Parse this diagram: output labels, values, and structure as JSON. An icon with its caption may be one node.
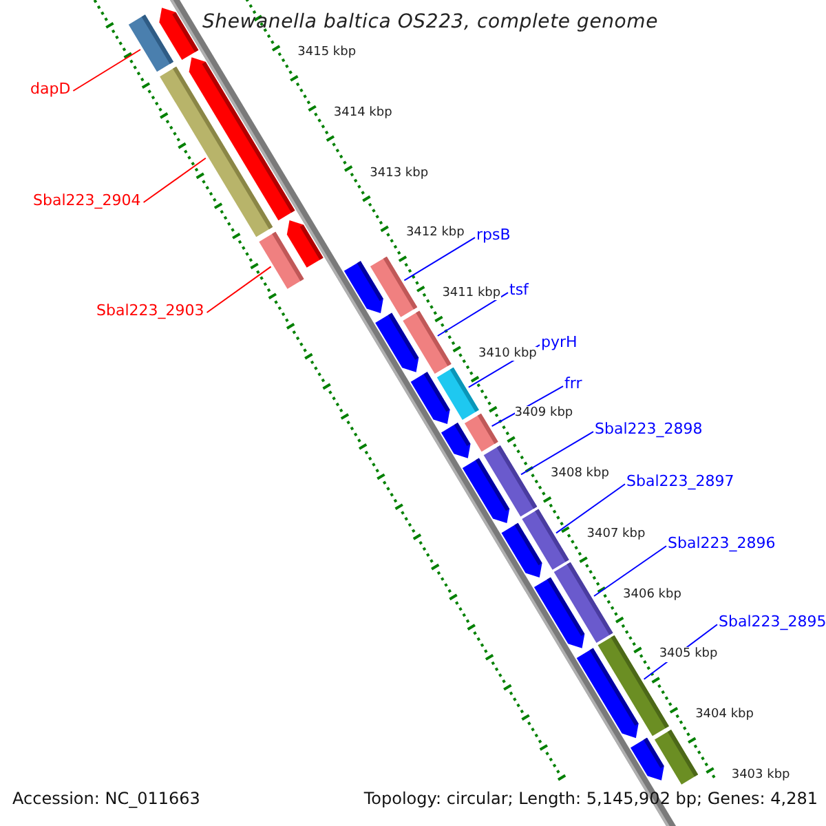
{
  "diagram": {
    "title": "Shewanella baltica OS223, complete genome",
    "nodes": [
      {
        "text": [
          "dapD"
        ]
      },
      {
        "text": [
          "Sbal223_2904"
        ]
      },
      {
        "text": [
          "Sbal223_2903"
        ]
      },
      {
        "text": [
          "rpsB"
        ]
      },
      {
        "text": [
          "tsf"
        ]
      },
      {
        "text": [
          "pyrH"
        ]
      },
      {
        "text": [
          "frr"
        ]
      },
      {
        "text": [
          "Sbal223_2898"
        ]
      },
      {
        "text": [
          "Sbal223_2897"
        ]
      },
      {
        "text": [
          "Sbal223_2896"
        ]
      },
      {
        "text": [
          "Sbal223_2895"
        ]
      },
      {
        "text": [],
        "shape": "bar"
      },
      {
        "text": [],
        "shape": "bar"
      },
      {
        "text": [],
        "shape": "bar"
      },
      {
        "text": [],
        "shape": "bar"
      },
      {
        "text": [],
        "shape": "bar"
      },
      {
        "text": [],
        "shape": "bar"
      },
      {
        "text": [],
        "shape": "bar"
      },
      {
        "text": [],
        "shape": "bar"
      },
      {
        "text": [],
        "shape": "bar"
      },
      {
        "text": [],
        "shape": "bar"
      },
      {
        "text": [],
        "shape": "bar"
      },
      {
        "text": [],
        "shape": "arrow"
      },
      {
        "text": [],
        "shape": "arrow"
      },
      {
        "text": [],
        "shape": "arrow"
      },
      {
        "text": [],
        "shape": "arrow"
      },
      {
        "text": [],
        "shape": "arrow"
      },
      {
        "text": [],
        "shape": "arrow"
      },
      {
        "text": [],
        "shape": "arrow"
      },
      {
        "text": [],
        "shape": "arrow"
      },
      {
        "text": [],
        "shape": "arrow"
      },
      {
        "text": [],
        "shape": "arrow"
      },
      {
        "text": [],
        "shape": "arrow"
      },
      {
        "text": [],
        "shape": "arrow"
      },
      {
        "text": [],
        "shape": "bar"
      }
    ],
    "edges": [
      {
        "from": 0,
        "to": 11,
        "arrow": "none",
        "color": "#ff0000"
      },
      {
        "from": 1,
        "to": 12,
        "arrow": "none",
        "color": "#ff0000"
      },
      {
        "from": 2,
        "to": 13,
        "arrow": "none",
        "color": "#ff0000"
      },
      {
        "from": 3,
        "to": 14,
        "arrow": "none"
      },
      {
        "from": 4,
        "to": 15,
        "arrow": "none"
      },
      {
        "from": 5,
        "to": 16,
        "arrow": "none"
      },
      {
        "from": 6,
        "to": 17,
        "arrow": "none"
      },
      {
        "from": 7,
        "to": 18,
        "arrow": "none"
      },
      {
        "from": 8,
        "to": 19,
        "arrow": "none"
      },
      {
        "from": 9,
        "to": 20,
        "arrow": "none"
      },
      {
        "from": 10,
        "to": 21,
        "arrow": "none"
      }
    ],
    "labels": [
      "3415 kbp",
      "3414 kbp",
      "3413 kbp",
      "3412 kbp",
      "3411 kbp",
      "3410 kbp",
      "3409 kbp",
      "3408 kbp",
      "3407 kbp",
      "3406 kbp",
      "3405 kbp",
      "3404 kbp",
      "3403 kbp",
      "Accession: NC_011663",
      "Topology: circular; Length: 5,145,902 bp; Genes: 4,281"
    ]
  }
}
